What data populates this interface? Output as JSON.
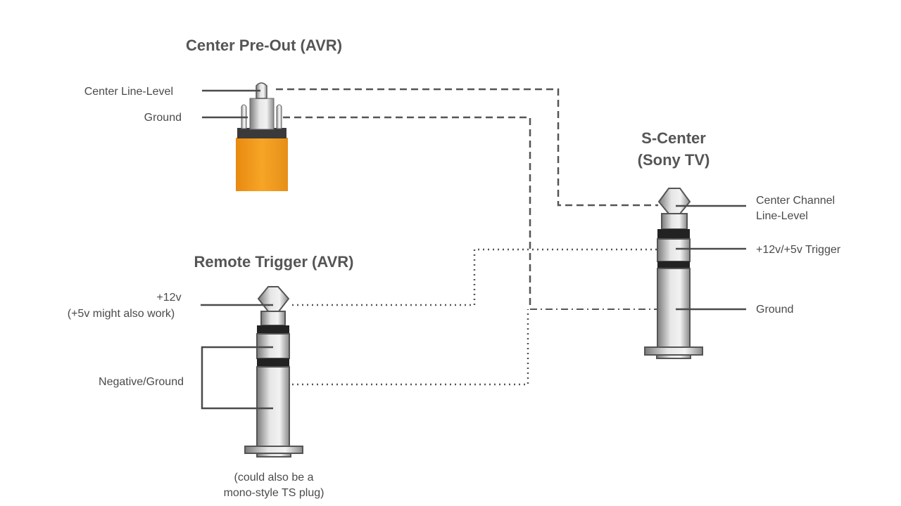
{
  "rca": {
    "title": "Center Pre-Out (AVR)",
    "labels": {
      "line_level": "Center Line-Level",
      "ground": "Ground"
    },
    "colors": {
      "body": "#f5a020",
      "band": "#3a3a3a"
    }
  },
  "trigger": {
    "title": "Remote Trigger (AVR)",
    "labels": {
      "plus12_line1": "+12v",
      "plus12_line2": "(+5v might also work)",
      "negative": "Negative/Ground",
      "note_line1": "(could also be a",
      "note_line2": "mono-style TS plug)"
    }
  },
  "scenter": {
    "title_line1": "S-Center",
    "title_line2": "(Sony TV)",
    "labels": {
      "center_line1": "Center Channel",
      "center_line2": "Line-Level",
      "trigger": "+12v/+5v Trigger",
      "ground": "Ground"
    }
  }
}
